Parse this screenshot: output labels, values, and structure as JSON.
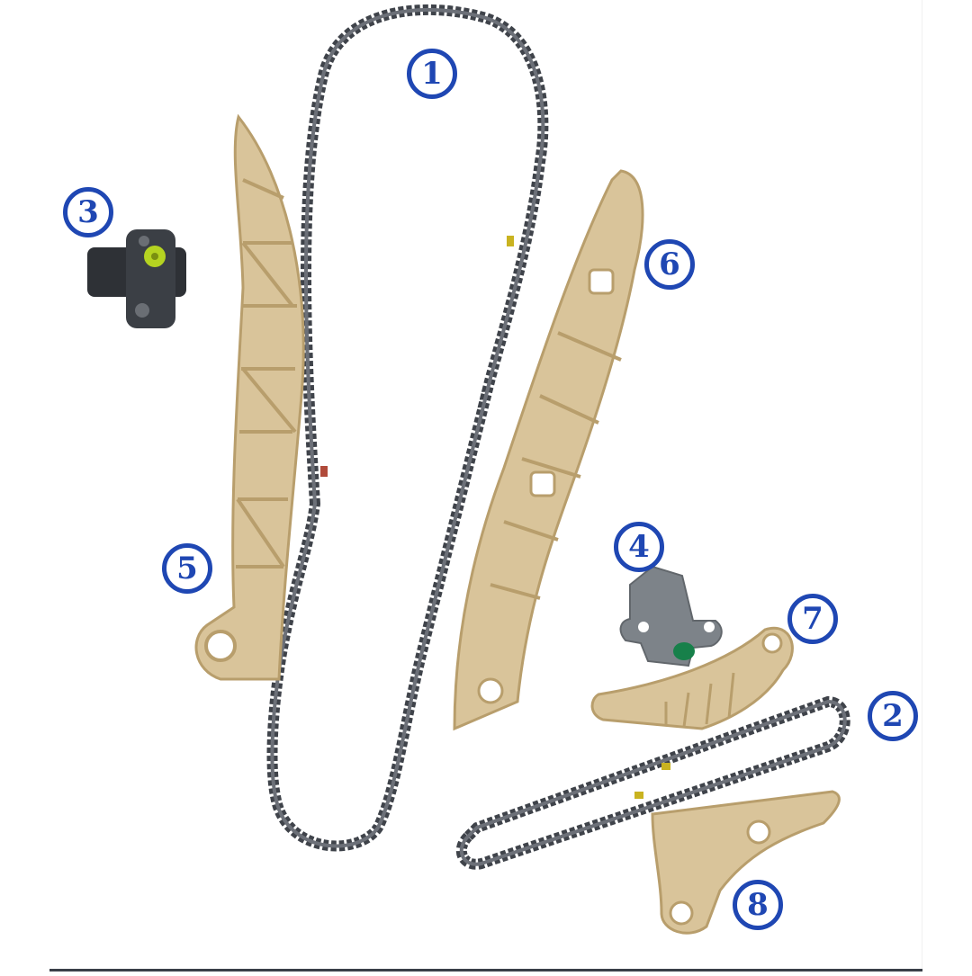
{
  "image": {
    "subject": "Timing chain kit components",
    "background": "#ffffff"
  },
  "labels": [
    {
      "id": 1,
      "glyph": "1",
      "part": "Main timing chain"
    },
    {
      "id": 2,
      "glyph": "2",
      "part": "Secondary timing chain"
    },
    {
      "id": 3,
      "glyph": "3",
      "part": "Chain tensioner (black)"
    },
    {
      "id": 4,
      "glyph": "4",
      "part": "Chain tensioner (grey)"
    },
    {
      "id": 5,
      "glyph": "5",
      "part": "Tensioner rail guide"
    },
    {
      "id": 6,
      "glyph": "6",
      "part": "Fixed chain guide"
    },
    {
      "id": 7,
      "glyph": "7",
      "part": "Secondary tensioner rail"
    },
    {
      "id": 8,
      "glyph": "8",
      "part": "Secondary chain guide"
    }
  ],
  "colors": {
    "badge": "#1f47b3",
    "guide_plastic": "#d9c49a",
    "guide_plastic_dark": "#b89e6c",
    "chain": "#4a4e55",
    "tensioner_black": "#2e3136",
    "tensioner_grey": "#7d8389",
    "plug_lime": "#b5d321",
    "plug_green": "#17804a"
  }
}
